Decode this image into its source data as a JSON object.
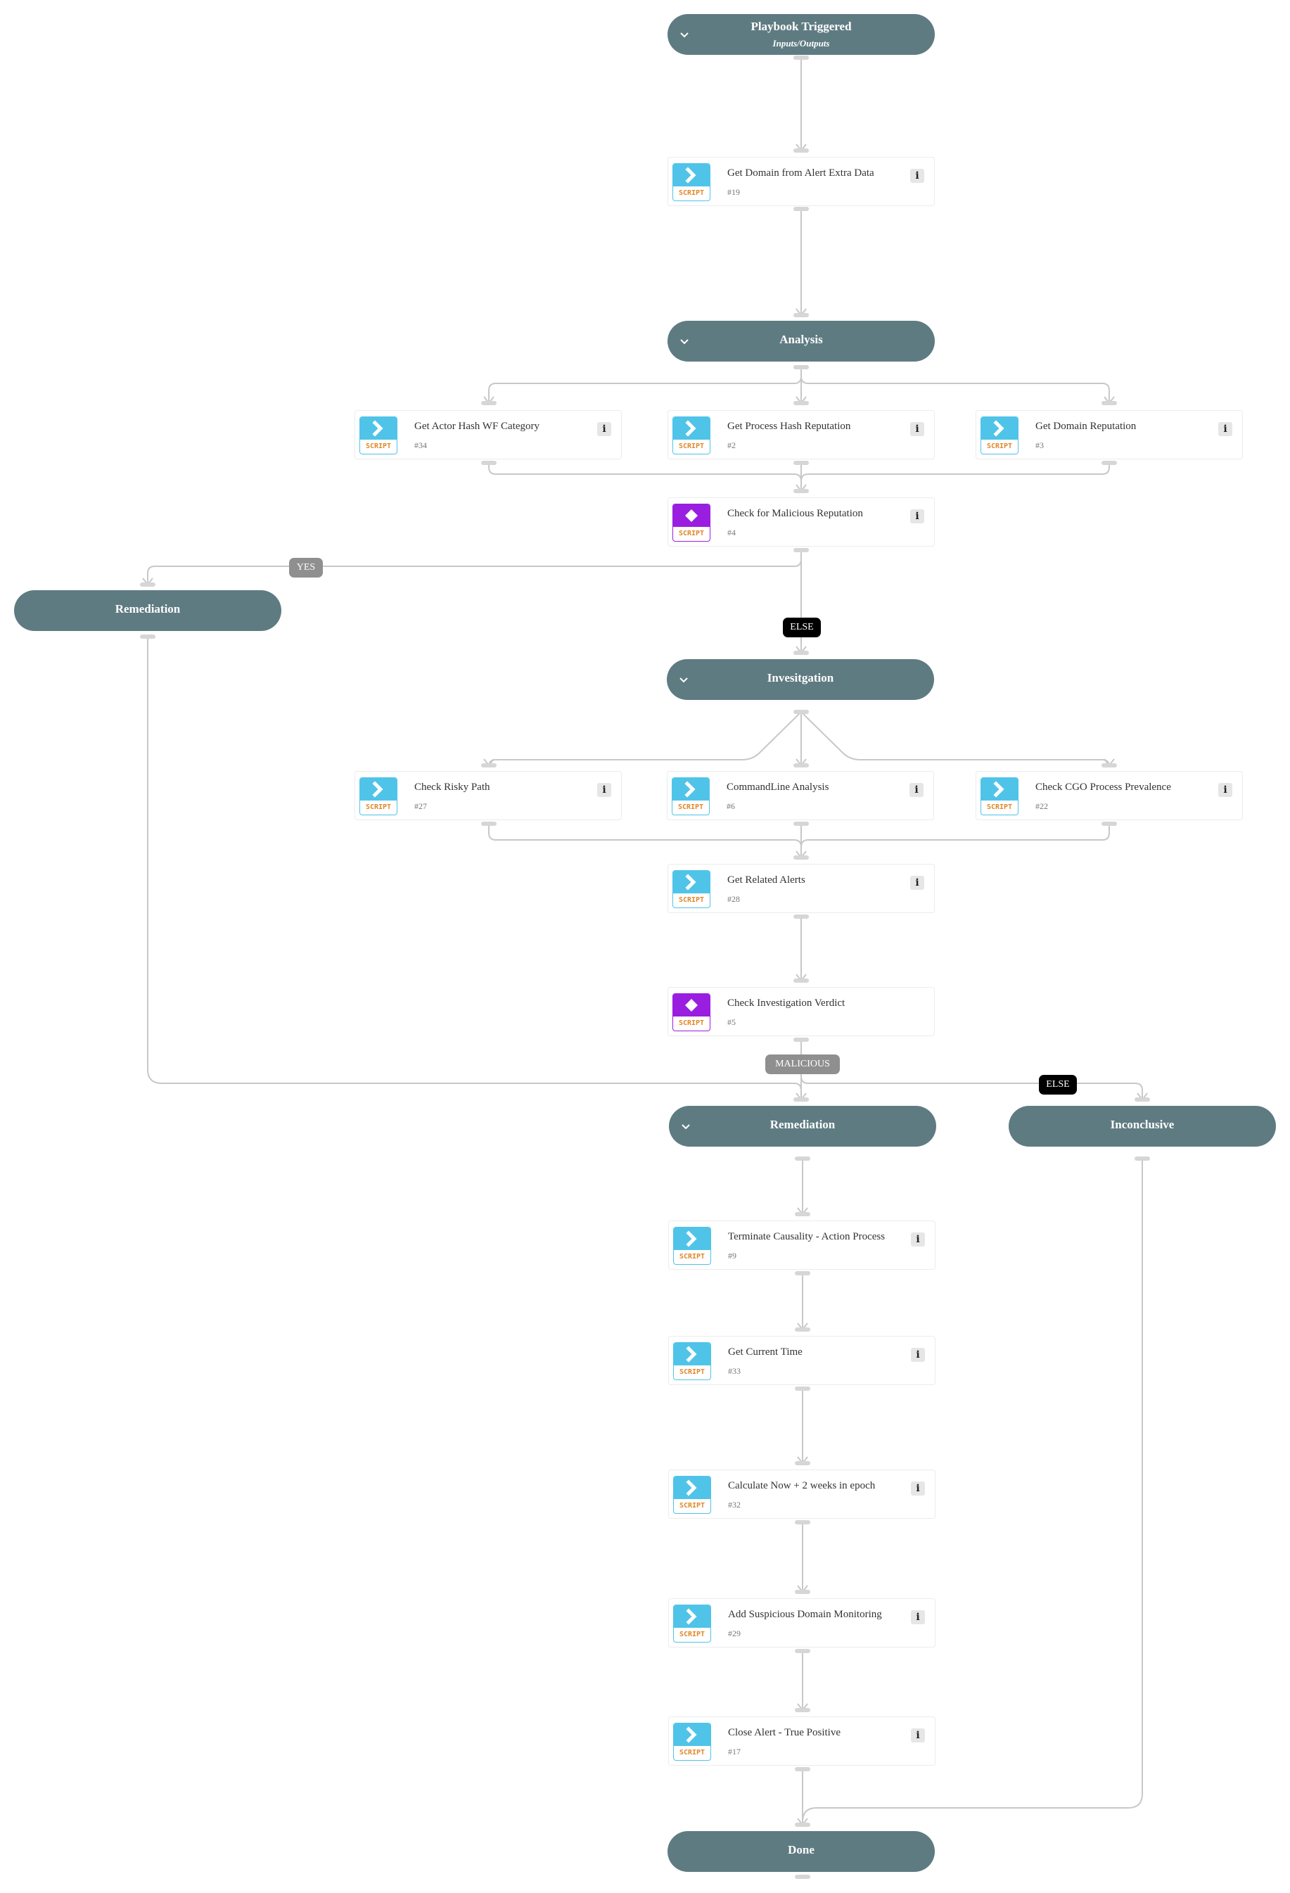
{
  "colors": {
    "section": "#5f7b82",
    "script_icon": "#4fc4e8",
    "condition_icon": "#9a1ee0",
    "edge": "#c8c8c8",
    "yes_label": "#8f8f8f",
    "else_label": "#000000"
  },
  "icons": {
    "section_toggle": "chevron-down-icon",
    "script_task": "chevron-right-icon",
    "condition_task": "diamond-icon",
    "task_info": "info-icon"
  },
  "sections": {
    "playbook_triggered": {
      "title": "Playbook Triggered",
      "subtitle": "Inputs/Outputs"
    },
    "analysis": {
      "title": "Analysis"
    },
    "remediation_left": {
      "title": "Remediation"
    },
    "investigation": {
      "title": "Invesitgation"
    },
    "remediation_main": {
      "title": "Remediation"
    },
    "inconclusive": {
      "title": "Inconclusive"
    },
    "done": {
      "title": "Done"
    }
  },
  "tasks": {
    "t19": {
      "name": "Get Domain from Alert Extra Data",
      "id": "#19",
      "tag": "SCRIPT"
    },
    "t34": {
      "name": "Get Actor Hash WF Category",
      "id": "#34",
      "tag": "SCRIPT"
    },
    "t2": {
      "name": "Get Process Hash Reputation",
      "id": "#2",
      "tag": "SCRIPT"
    },
    "t3": {
      "name": "Get Domain Reputation",
      "id": "#3",
      "tag": "SCRIPT"
    },
    "t4": {
      "name": "Check for Malicious Reputation",
      "id": "#4",
      "tag": "SCRIPT"
    },
    "t27": {
      "name": "Check Risky Path",
      "id": "#27",
      "tag": "SCRIPT"
    },
    "t6": {
      "name": "CommandLine Analysis",
      "id": "#6",
      "tag": "SCRIPT"
    },
    "t22": {
      "name": "Check CGO Process Prevalence",
      "id": "#22",
      "tag": "SCRIPT"
    },
    "t28": {
      "name": "Get Related Alerts",
      "id": "#28",
      "tag": "SCRIPT"
    },
    "t5": {
      "name": "Check Investigation Verdict",
      "id": "#5",
      "tag": "SCRIPT"
    },
    "t9": {
      "name": "Terminate Causality - Action Process",
      "id": "#9",
      "tag": "SCRIPT"
    },
    "t33": {
      "name": "Get Current Time",
      "id": "#33",
      "tag": "SCRIPT"
    },
    "t32": {
      "name": "Calculate Now + 2 weeks in epoch",
      "id": "#32",
      "tag": "SCRIPT"
    },
    "t29": {
      "name": "Add Suspicious Domain Monitoring",
      "id": "#29",
      "tag": "SCRIPT"
    },
    "t17": {
      "name": "Close Alert - True Positive",
      "id": "#17",
      "tag": "SCRIPT"
    }
  },
  "edge_labels": {
    "yes": "YES",
    "else_1": "ELSE",
    "malicious": "MALICIOUS",
    "else_2": "ELSE"
  }
}
